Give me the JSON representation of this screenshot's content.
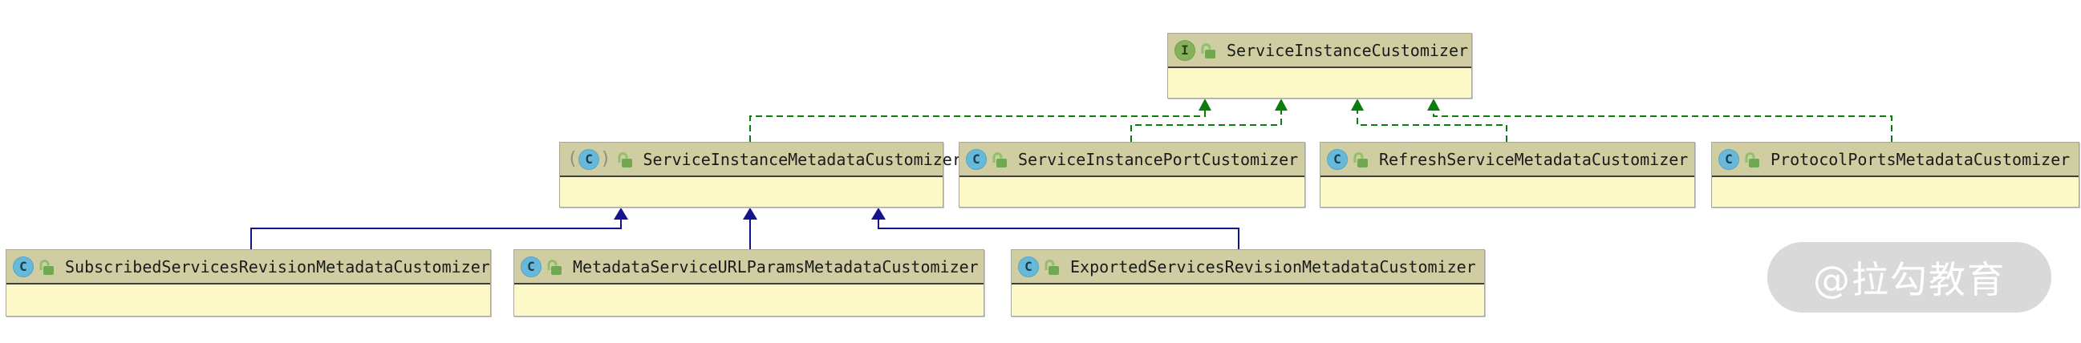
{
  "diagram": {
    "kind": "uml-class-diagram",
    "watermark": {
      "text": "@拉勾教育"
    },
    "icons": {
      "interface_letter": "I",
      "class_letter": "C",
      "paren_open": "(",
      "paren_close": ")"
    },
    "colors": {
      "header_bg": "#d0cda3",
      "body_bg": "#fcf8c8",
      "box_border": "#a7a79b",
      "header_separator": "#3f3f3f",
      "implements_edge": "#0a7d0a",
      "extends_edge": "#14148c",
      "class_icon_bg": "#68b8da",
      "interface_icon_bg": "#85b15b",
      "lock_icon_green": "#72a850",
      "watermark_bg": "#d9d9d9",
      "watermark_text": "#ffffff"
    },
    "nodes": [
      {
        "name": "ServiceInstanceCustomizer",
        "kind": "interface",
        "visibility": "public"
      },
      {
        "name": "ServiceInstanceMetadataCustomizer",
        "kind": "abstract-class",
        "visibility": "public"
      },
      {
        "name": "ServiceInstancePortCustomizer",
        "kind": "class",
        "visibility": "public"
      },
      {
        "name": "RefreshServiceMetadataCustomizer",
        "kind": "class",
        "visibility": "public"
      },
      {
        "name": "ProtocolPortsMetadataCustomizer",
        "kind": "class",
        "visibility": "public"
      },
      {
        "name": "SubscribedServicesRevisionMetadataCustomizer",
        "kind": "class",
        "visibility": "public"
      },
      {
        "name": "MetadataServiceURLParamsMetadataCustomizer",
        "kind": "class",
        "visibility": "public"
      },
      {
        "name": "ExportedServicesRevisionMetadataCustomizer",
        "kind": "class",
        "visibility": "public"
      }
    ],
    "edges": [
      {
        "from": "ServiceInstanceMetadataCustomizer",
        "to": "ServiceInstanceCustomizer",
        "type": "implements"
      },
      {
        "from": "ServiceInstancePortCustomizer",
        "to": "ServiceInstanceCustomizer",
        "type": "implements"
      },
      {
        "from": "RefreshServiceMetadataCustomizer",
        "to": "ServiceInstanceCustomizer",
        "type": "implements"
      },
      {
        "from": "ProtocolPortsMetadataCustomizer",
        "to": "ServiceInstanceCustomizer",
        "type": "implements"
      },
      {
        "from": "SubscribedServicesRevisionMetadataCustomizer",
        "to": "ServiceInstanceMetadataCustomizer",
        "type": "extends"
      },
      {
        "from": "MetadataServiceURLParamsMetadataCustomizer",
        "to": "ServiceInstanceMetadataCustomizer",
        "type": "extends"
      },
      {
        "from": "ExportedServicesRevisionMetadataCustomizer",
        "to": "ServiceInstanceMetadataCustomizer",
        "type": "extends"
      }
    ]
  }
}
